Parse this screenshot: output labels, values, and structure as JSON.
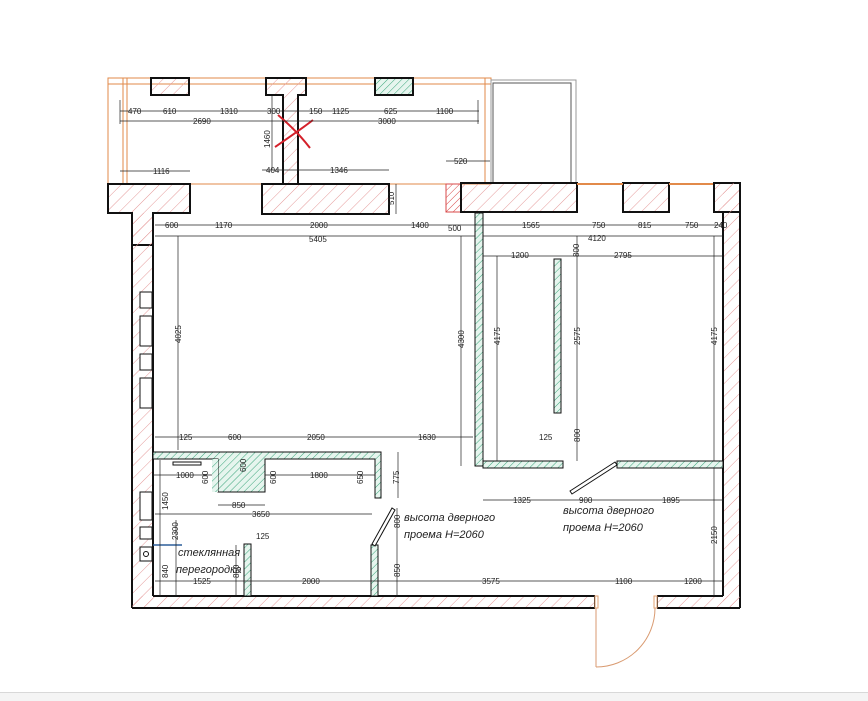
{
  "colors": {
    "wall_stroke": "#111111",
    "load_bearing_hatch": "#e07a7a",
    "partition_hatch": "#3aa57a",
    "partition_fill": "#e6f5ee",
    "orange_lines": "#e28a4a",
    "red_cross": "#d4202a",
    "glass_partition": "#2d5f9a",
    "dim_line": "#222222"
  },
  "balcony_top": {
    "dims_row1": [
      "470",
      "610",
      "1310",
      "300",
      "150",
      "1125",
      "625",
      "1100"
    ],
    "dims_row2": [
      "2690",
      "3000"
    ],
    "vertical": "1460",
    "wall_removal_mark": "red-cross"
  },
  "upper_wall": {
    "dims": [
      "1116",
      "404",
      "1346",
      "510",
      "520"
    ]
  },
  "top_dims": {
    "row1": [
      "600",
      "1170",
      "2000",
      "1400",
      "500",
      "1565",
      "750",
      "815",
      "750",
      "240"
    ],
    "overall_left": "5405",
    "overall_right": "4120",
    "right_room": [
      "1200",
      "800",
      "2795"
    ]
  },
  "living_room": {
    "left_height": "4025",
    "right_height": "4300"
  },
  "bedroom": {
    "left_height": "4175",
    "closet_height": "2575",
    "closet_gap": "800",
    "closet_thickness": "125",
    "right_height": "4175",
    "bottom_dims": [
      "1325",
      "900",
      "1895"
    ]
  },
  "bathroom_zone": {
    "top_dims": [
      "125",
      "600",
      "2050",
      "1630"
    ],
    "inner_dims": [
      "1000",
      "600",
      "600",
      "600",
      "1800",
      "650",
      "775"
    ],
    "bottom_dims": [
      "850",
      "3650"
    ],
    "left_verticals": [
      "1450",
      "2300",
      "840"
    ]
  },
  "hall": {
    "partition_thickness": "125",
    "partition_height": "850",
    "door_height_dim": "800",
    "door_right_dim": "850",
    "bottom_dims": [
      "1525",
      "2000",
      "3575",
      "1100",
      "1200"
    ],
    "right_height": "2150"
  },
  "notes": {
    "door_note_1_line1": "высота дверного",
    "door_note_1_line2": "проема H=2060",
    "door_note_2_line1": "высота дверного",
    "door_note_2_line2": "проема H=2060",
    "glass_line1": "стеклянная",
    "glass_line2": "перегородка"
  }
}
